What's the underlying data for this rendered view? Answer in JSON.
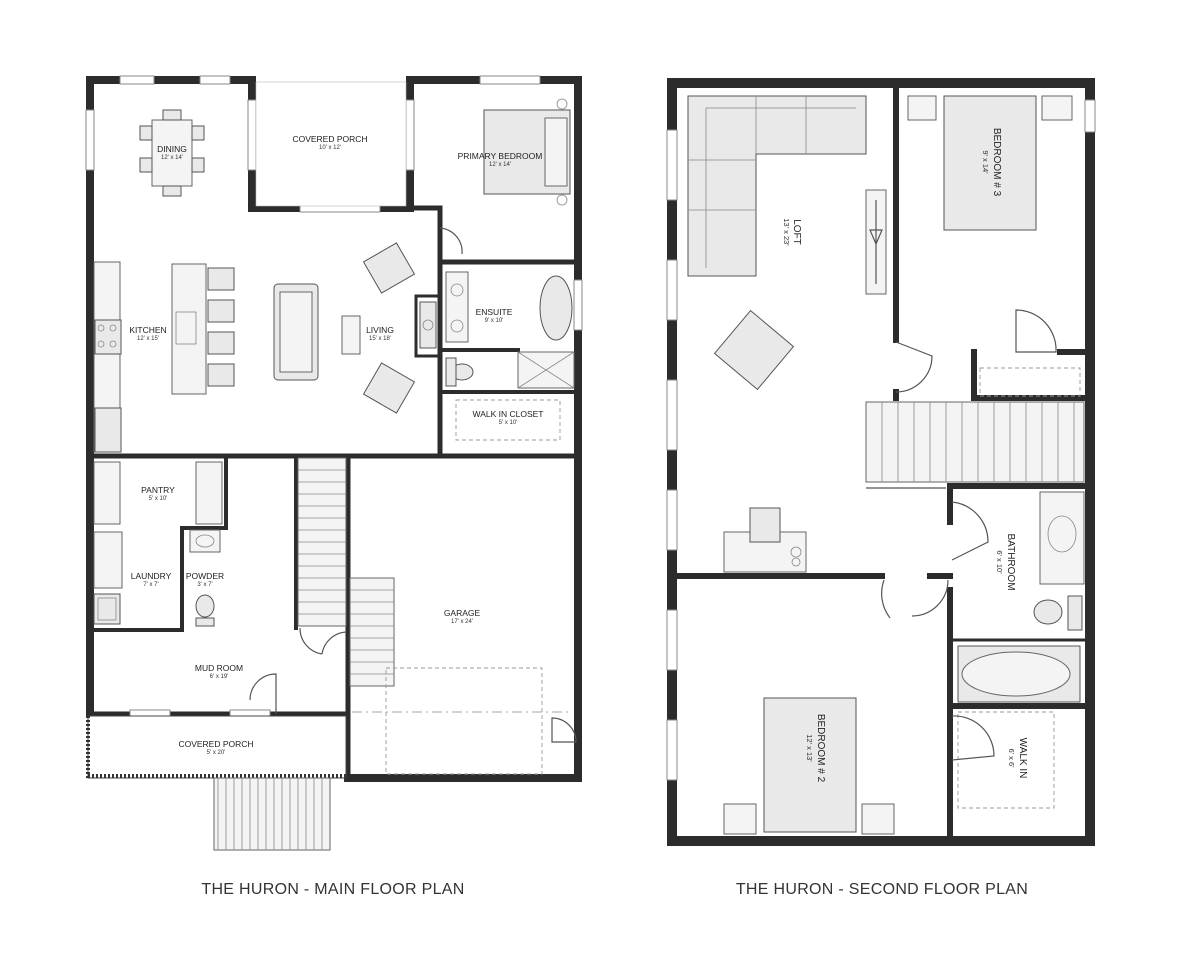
{
  "captions": {
    "main": "THE HURON - MAIN FLOOR PLAN",
    "second": "THE HURON - SECOND FLOOR PLAN"
  },
  "main_floor": {
    "dining": {
      "name": "DINING",
      "dim": "12' x 14'"
    },
    "covered_porch_rear": {
      "name": "COVERED PORCH",
      "dim": "10' x 12'"
    },
    "primary_bedroom": {
      "name": "PRIMARY BEDROOM",
      "dim": "12' x 14'"
    },
    "kitchen": {
      "name": "KITCHEN",
      "dim": "12' x 15'"
    },
    "living": {
      "name": "LIVING",
      "dim": "15' x 18'"
    },
    "ensuite": {
      "name": "ENSUITE",
      "dim": "9' x 10'"
    },
    "walk_in_closet": {
      "name": "WALK IN CLOSET",
      "dim": "5' x 10'"
    },
    "pantry": {
      "name": "PANTRY",
      "dim": "5' x 10'"
    },
    "laundry": {
      "name": "LAUNDRY",
      "dim": "7' x 7'"
    },
    "powder": {
      "name": "POWDER",
      "dim": "3' x 7'"
    },
    "garage": {
      "name": "GARAGE",
      "dim": "17' x 24'"
    },
    "mud_room": {
      "name": "MUD ROOM",
      "dim": "6' x 19'"
    },
    "covered_porch_front": {
      "name": "COVERED PORCH",
      "dim": "5' x 20'"
    }
  },
  "second_floor": {
    "loft": {
      "name": "LOFT",
      "dim": "13' x 23'"
    },
    "bedroom_3": {
      "name": "BEDROOM # 3",
      "dim": "9' x 14'"
    },
    "bathroom": {
      "name": "BATHROOM",
      "dim": "6' x 10'"
    },
    "bedroom_2": {
      "name": "BEDROOM # 2",
      "dim": "12' x 13'"
    },
    "walk_in": {
      "name": "WALK IN",
      "dim": "6' x 6'"
    }
  }
}
